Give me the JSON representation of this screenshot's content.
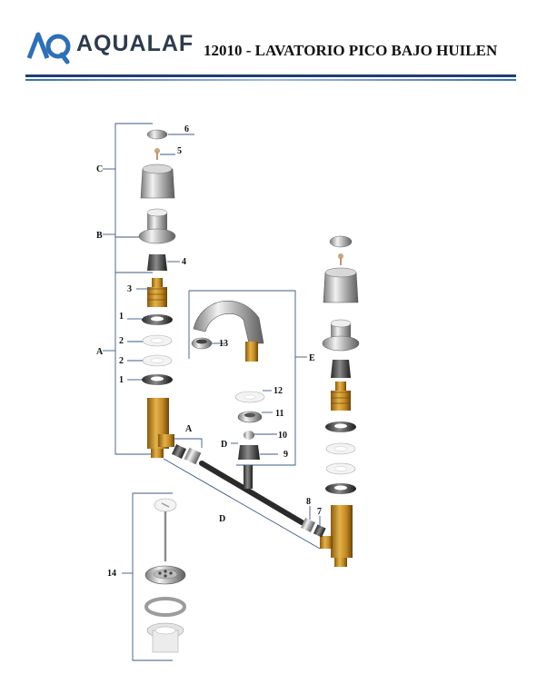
{
  "header": {
    "brand": "AQUALAF",
    "title": "12010 - LAVATORIO PICO BAJO HUILEN",
    "colors": {
      "brand_blue": "#2f6fb5",
      "navy": "#1f3e6e",
      "text": "#2d3b4d"
    }
  },
  "labels": {
    "c": "C",
    "b": "B",
    "a1": "A",
    "a2": "A",
    "d1": "D",
    "d2": "D",
    "e": "E",
    "n1a": "1",
    "n1b": "1",
    "n2a": "2",
    "n2b": "2",
    "n3": "3",
    "n4": "4",
    "n5": "5",
    "n6": "6",
    "n7": "7",
    "n8": "8",
    "n9": "9",
    "n10": "10",
    "n11": "11",
    "n12": "12",
    "n13": "13",
    "n14": "14"
  }
}
